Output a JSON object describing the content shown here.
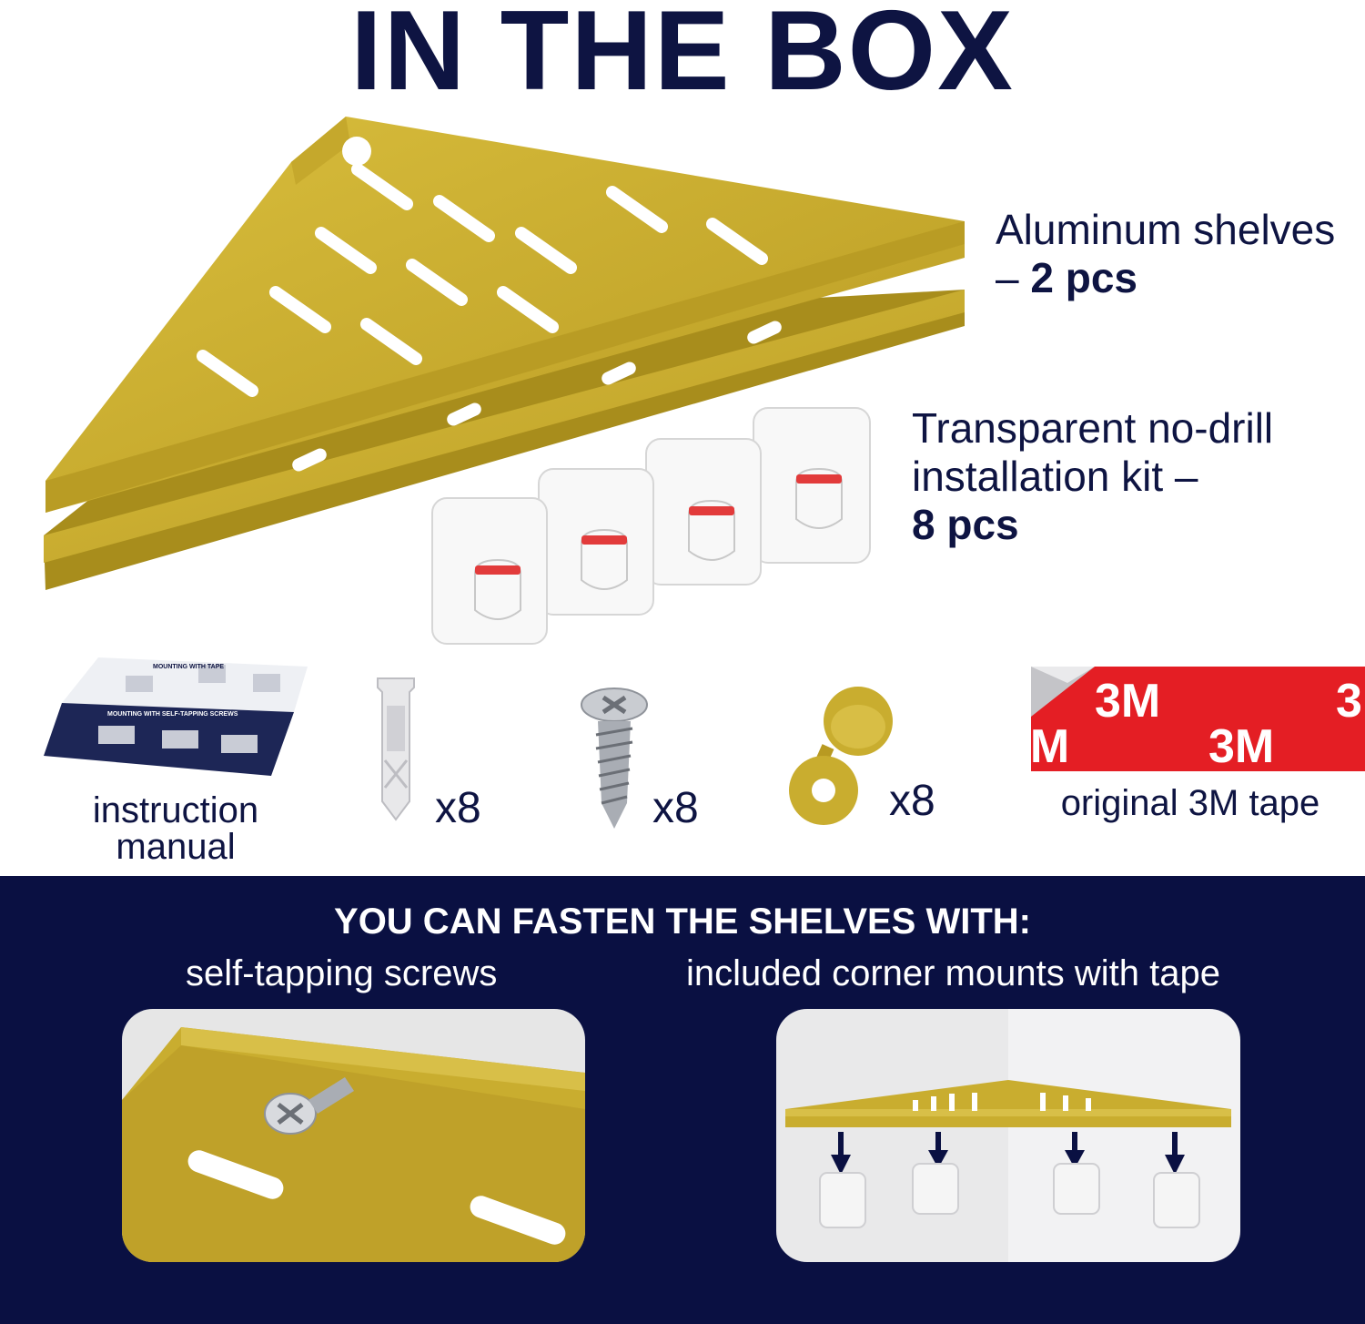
{
  "title": "IN THE BOX",
  "shelves": {
    "text": "Aluminum shelves –",
    "qty": "2 pcs"
  },
  "kit": {
    "text": "Transparent no-drill installation kit –",
    "qty": "8 pcs"
  },
  "items": {
    "manual": {
      "label": "instruction manual",
      "sheet_top": "MOUNTING WITH TAPE",
      "sheet_bottom": "MOUNTING WITH SELF-TAPPING SCREWS"
    },
    "anchors": {
      "count": "x8"
    },
    "screws": {
      "count": "x8"
    },
    "caps": {
      "count": "x8"
    },
    "tape": {
      "label": "original 3M tape",
      "brand": "3M"
    }
  },
  "fasten": {
    "heading": "YOU CAN FASTEN THE SHELVES WITH:",
    "left": "self-tapping screws",
    "right": "included corner mounts with tape"
  },
  "colors": {
    "navy": "#0e1442",
    "gold": "#c9ad2f",
    "red": "#e41e24"
  }
}
